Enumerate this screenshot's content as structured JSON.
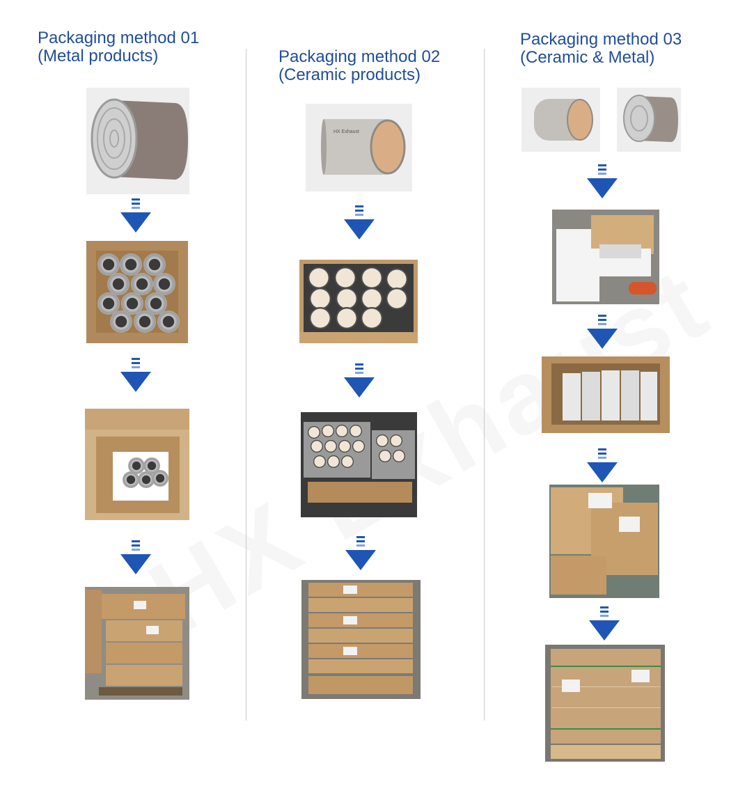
{
  "watermark": "HX Exhaust",
  "columns": [
    {
      "title_line1": "Packaging method 01",
      "title_line2": "(Metal products)"
    },
    {
      "title_line1": "Packaging method 02",
      "title_line2": "(Ceramic products)"
    },
    {
      "title_line1": "Packaging method 03",
      "title_line2": "(Ceramic & Metal)"
    }
  ],
  "colors": {
    "title": "#1f4e9c",
    "arrow": "#1f56b5",
    "divider": "#c9c9c9"
  },
  "icons": {
    "step_arrow": "down-arrow-icon"
  }
}
